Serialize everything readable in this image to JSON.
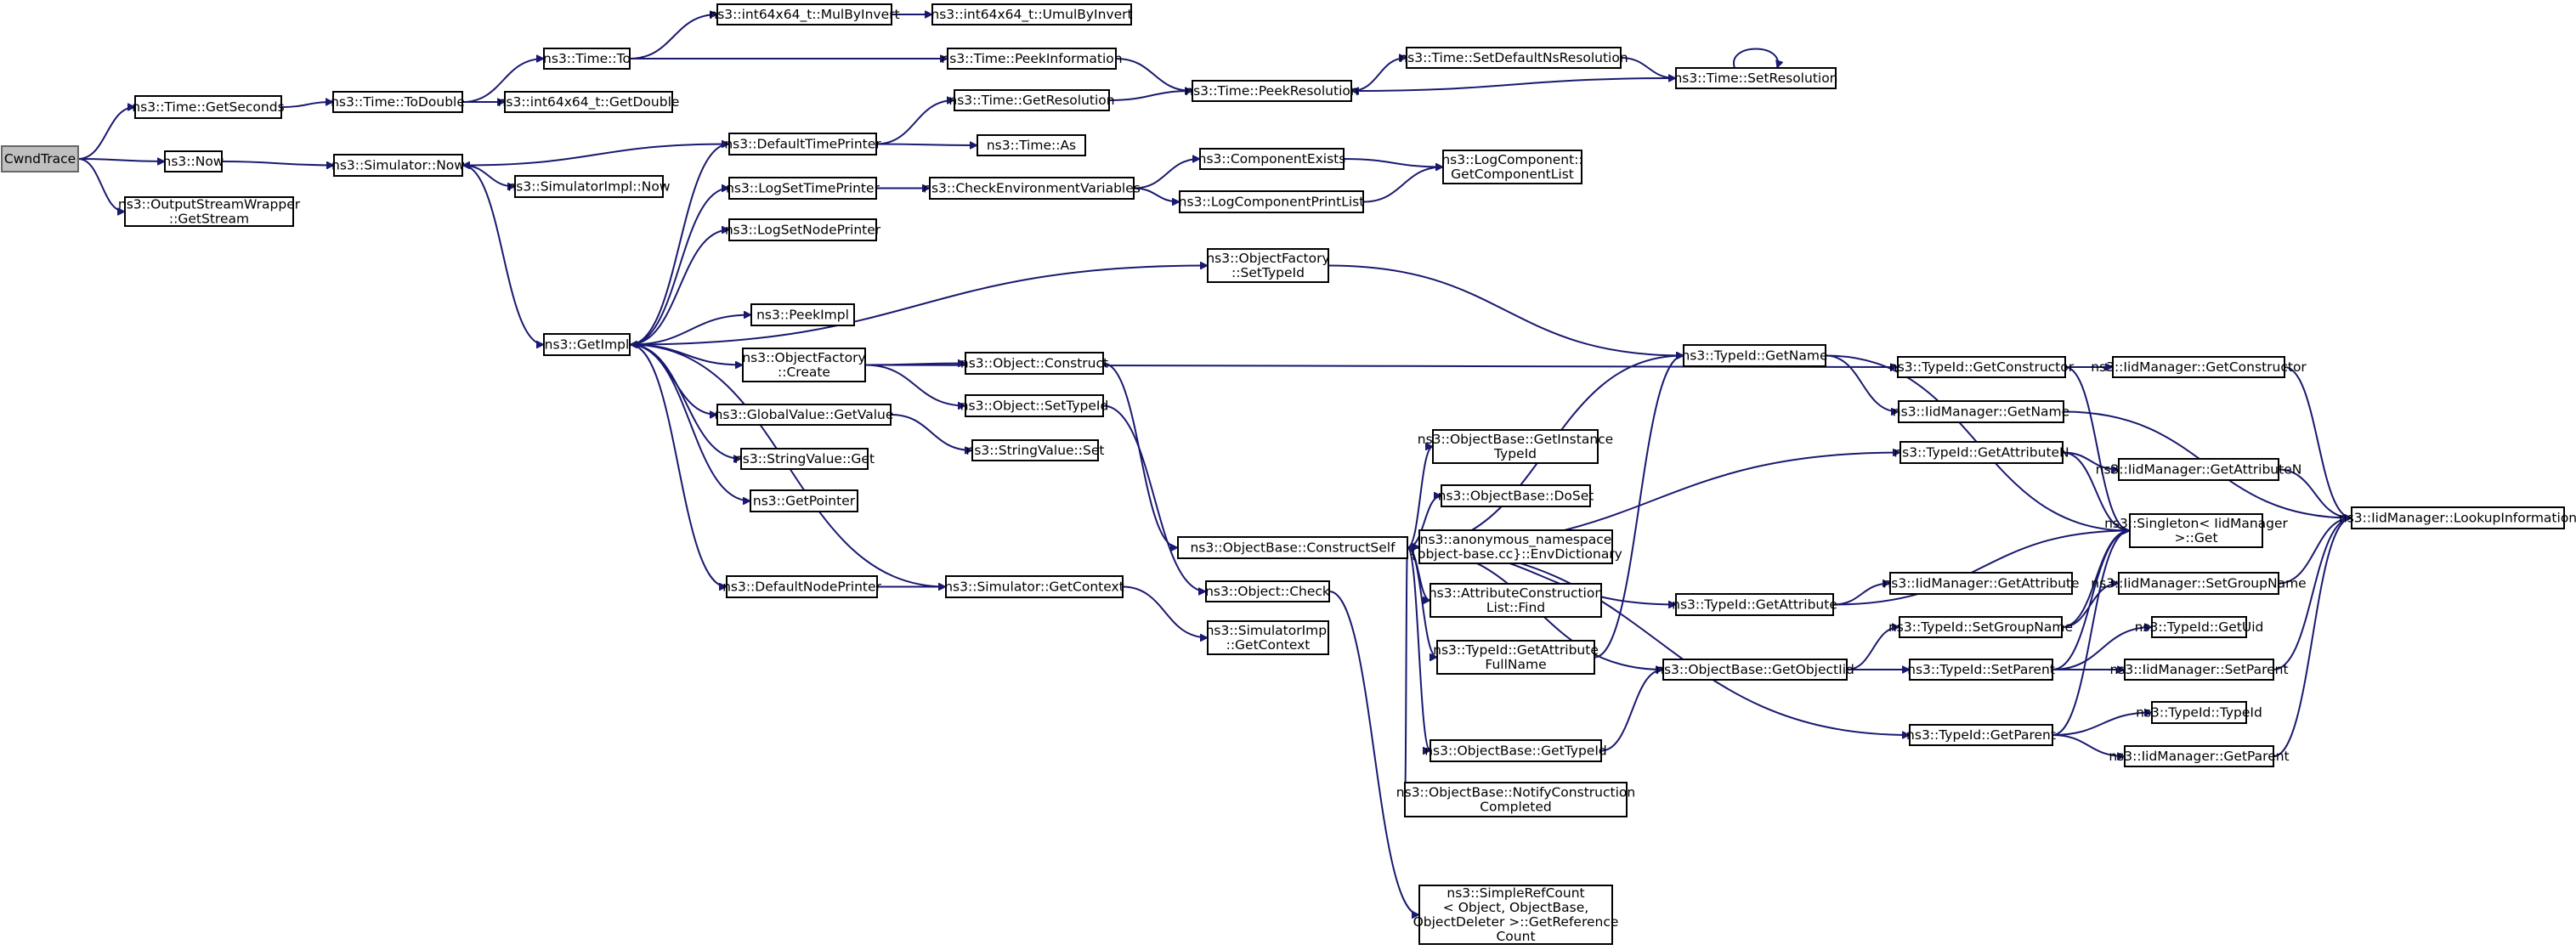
{
  "diagram": {
    "edge_color": "#191970",
    "root_fill": "#bfbfbf",
    "node_fill": "#ffffff",
    "nodes": [
      {
        "id": "cwnd",
        "lines": [
          "CwndTrace"
        ],
        "root": true
      },
      {
        "id": "getseconds",
        "lines": [
          "ns3::Time::GetSeconds"
        ]
      },
      {
        "id": "now",
        "lines": [
          "ns3::Now"
        ]
      },
      {
        "id": "osw",
        "lines": [
          "ns3::OutputStreamWrapper",
          "::GetStream"
        ]
      },
      {
        "id": "todouble",
        "lines": [
          "ns3::Time::ToDouble"
        ]
      },
      {
        "id": "simnow",
        "lines": [
          "ns3::Simulator::Now"
        ]
      },
      {
        "id": "timeto",
        "lines": [
          "ns3::Time::To"
        ]
      },
      {
        "id": "getdouble",
        "lines": [
          "ns3::int64x64_t::GetDouble"
        ]
      },
      {
        "id": "mulbyinvert",
        "lines": [
          "ns3::int64x64_t::MulByInvert"
        ]
      },
      {
        "id": "umulbyinvert",
        "lines": [
          "ns3::int64x64_t::UmulByInvert"
        ]
      },
      {
        "id": "peekinfo",
        "lines": [
          "ns3::Time::PeekInformation"
        ]
      },
      {
        "id": "peekres",
        "lines": [
          "ns3::Time::PeekResolution"
        ]
      },
      {
        "id": "setdefres",
        "lines": [
          "ns3::Time::SetDefaultNsResolution"
        ]
      },
      {
        "id": "setres",
        "lines": [
          "ns3::Time::SetResolution"
        ]
      },
      {
        "id": "simimplnow",
        "lines": [
          "ns3::SimulatorImpl::Now"
        ]
      },
      {
        "id": "getimpl",
        "lines": [
          "ns3::GetImpl"
        ]
      },
      {
        "id": "deftimeprinter",
        "lines": [
          "ns3::DefaultTimePrinter"
        ]
      },
      {
        "id": "getresolution",
        "lines": [
          "ns3::Time::GetResolution"
        ]
      },
      {
        "id": "timeas",
        "lines": [
          "ns3::Time::As"
        ]
      },
      {
        "id": "logsettime",
        "lines": [
          "ns3::LogSetTimePrinter"
        ]
      },
      {
        "id": "checkenv",
        "lines": [
          "ns3::CheckEnvironmentVariables"
        ]
      },
      {
        "id": "compexists",
        "lines": [
          "ns3::ComponentExists"
        ]
      },
      {
        "id": "logcompprint",
        "lines": [
          "ns3::LogComponentPrintList"
        ]
      },
      {
        "id": "getcomplist",
        "lines": [
          "ns3::LogComponent::",
          "GetComponentList"
        ]
      },
      {
        "id": "logsetnode",
        "lines": [
          "ns3::LogSetNodePrinter"
        ]
      },
      {
        "id": "ofsettypeid",
        "lines": [
          "ns3::ObjectFactory",
          "::SetTypeId"
        ]
      },
      {
        "id": "peekimpl",
        "lines": [
          "ns3::PeekImpl"
        ]
      },
      {
        "id": "ofcreate",
        "lines": [
          "ns3::ObjectFactory",
          "::Create"
        ]
      },
      {
        "id": "objconstruct",
        "lines": [
          "ns3::Object::Construct"
        ]
      },
      {
        "id": "objsettypeid",
        "lines": [
          "ns3::Object::SetTypeId"
        ]
      },
      {
        "id": "gvgetvalue",
        "lines": [
          "ns3::GlobalValue::GetValue"
        ]
      },
      {
        "id": "svset",
        "lines": [
          "ns3::StringValue::Set"
        ]
      },
      {
        "id": "svget",
        "lines": [
          "ns3::StringValue::Get"
        ]
      },
      {
        "id": "getpointer",
        "lines": [
          "ns3::GetPointer"
        ]
      },
      {
        "id": "defnodeprinter",
        "lines": [
          "ns3::DefaultNodePrinter"
        ]
      },
      {
        "id": "simgetcontext",
        "lines": [
          "ns3::Simulator::GetContext"
        ]
      },
      {
        "id": "simimplgetcontext",
        "lines": [
          "ns3::SimulatorImpl",
          "::GetContext"
        ]
      },
      {
        "id": "objcheck",
        "lines": [
          "ns3::Object::Check"
        ]
      },
      {
        "id": "constructself",
        "lines": [
          "ns3::ObjectBase::ConstructSelf"
        ]
      },
      {
        "id": "getinstancetypeid",
        "lines": [
          "ns3::ObjectBase::GetInstance",
          "TypeId"
        ]
      },
      {
        "id": "doset",
        "lines": [
          "ns3::ObjectBase::DoSet"
        ]
      },
      {
        "id": "envdict",
        "lines": [
          "ns3::anonymous_namespace",
          "{object-base.cc}::EnvDictionary"
        ]
      },
      {
        "id": "attrconstfind",
        "lines": [
          "ns3::AttributeConstruction",
          "List::Find"
        ]
      },
      {
        "id": "getattrfullname",
        "lines": [
          "ns3::TypeId::GetAttribute",
          "FullName"
        ]
      },
      {
        "id": "obgettypeid",
        "lines": [
          "ns3::ObjectBase::GetTypeId"
        ]
      },
      {
        "id": "notifyconst",
        "lines": [
          "ns3::ObjectBase::NotifyConstruction",
          "Completed"
        ]
      },
      {
        "id": "simplerefcount",
        "lines": [
          "ns3::SimpleRefCount",
          "< Object, ObjectBase,",
          "ObjectDeleter >::GetReference",
          "Count"
        ]
      },
      {
        "id": "tidgetname",
        "lines": [
          "ns3::TypeId::GetName"
        ]
      },
      {
        "id": "tidgetattr",
        "lines": [
          "ns3::TypeId::GetAttribute"
        ]
      },
      {
        "id": "getobjectiid",
        "lines": [
          "ns3::ObjectBase::GetObjectIid"
        ]
      },
      {
        "id": "tidgetconstructor",
        "lines": [
          "ns3::TypeId::GetConstructor"
        ]
      },
      {
        "id": "iidgetname",
        "lines": [
          "ns3::IidManager::GetName"
        ]
      },
      {
        "id": "tidgetattrn",
        "lines": [
          "ns3::TypeId::GetAttributeN"
        ]
      },
      {
        "id": "iidgetattribute",
        "lines": [
          "ns3::IidManager::GetAttribute"
        ]
      },
      {
        "id": "tidsetgroupname",
        "lines": [
          "ns3::TypeId::SetGroupName"
        ]
      },
      {
        "id": "tidsetparent",
        "lines": [
          "ns3::TypeId::SetParent"
        ]
      },
      {
        "id": "tidgetparent",
        "lines": [
          "ns3::TypeId::GetParent"
        ]
      },
      {
        "id": "iidgetconstructor",
        "lines": [
          "ns3::IidManager::GetConstructor"
        ]
      },
      {
        "id": "iidgetattributen",
        "lines": [
          "ns3::IidManager::GetAttributeN"
        ]
      },
      {
        "id": "singletonget",
        "lines": [
          "ns3::Singleton< IidManager",
          ">::Get"
        ]
      },
      {
        "id": "iidsetgroupname",
        "lines": [
          "ns3::IidManager::SetGroupName"
        ]
      },
      {
        "id": "tidgetuid",
        "lines": [
          "ns3::TypeId::GetUid"
        ]
      },
      {
        "id": "iidsetparent",
        "lines": [
          "ns3::IidManager::SetParent"
        ]
      },
      {
        "id": "tidtypeid",
        "lines": [
          "ns3::TypeId::TypeId"
        ]
      },
      {
        "id": "iidgetparent",
        "lines": [
          "ns3::IidManager::GetParent"
        ]
      },
      {
        "id": "iidlookup",
        "lines": [
          "ns3::IidManager::LookupInformation"
        ]
      }
    ],
    "edges": [
      [
        "cwnd",
        "getseconds"
      ],
      [
        "cwnd",
        "now"
      ],
      [
        "cwnd",
        "osw"
      ],
      [
        "getseconds",
        "todouble"
      ],
      [
        "now",
        "simnow"
      ],
      [
        "todouble",
        "timeto"
      ],
      [
        "todouble",
        "getdouble"
      ],
      [
        "timeto",
        "mulbyinvert"
      ],
      [
        "timeto",
        "peekinfo"
      ],
      [
        "mulbyinvert",
        "umulbyinvert"
      ],
      [
        "peekinfo",
        "peekres"
      ],
      [
        "peekres",
        "setdefres"
      ],
      [
        "setdefres",
        "setres"
      ],
      [
        "setres",
        "setres"
      ],
      [
        "setres",
        "peekres"
      ],
      [
        "simnow",
        "simimplnow"
      ],
      [
        "simnow",
        "getimpl"
      ],
      [
        "deftimeprinter",
        "simnow"
      ],
      [
        "deftimeprinter",
        "getresolution"
      ],
      [
        "deftimeprinter",
        "timeas"
      ],
      [
        "getresolution",
        "peekres"
      ],
      [
        "getimpl",
        "deftimeprinter"
      ],
      [
        "getimpl",
        "logsettime"
      ],
      [
        "getimpl",
        "logsetnode"
      ],
      [
        "getimpl",
        "ofsettypeid"
      ],
      [
        "getimpl",
        "peekimpl"
      ],
      [
        "getimpl",
        "ofcreate"
      ],
      [
        "getimpl",
        "gvgetvalue"
      ],
      [
        "getimpl",
        "svget"
      ],
      [
        "getimpl",
        "getpointer"
      ],
      [
        "getimpl",
        "defnodeprinter"
      ],
      [
        "logsettime",
        "checkenv"
      ],
      [
        "checkenv",
        "compexists"
      ],
      [
        "checkenv",
        "logcompprint"
      ],
      [
        "compexists",
        "getcomplist"
      ],
      [
        "logcompprint",
        "getcomplist"
      ],
      [
        "ofsettypeid",
        "tidgetname"
      ],
      [
        "ofcreate",
        "objconstruct"
      ],
      [
        "ofcreate",
        "objsettypeid"
      ],
      [
        "ofcreate",
        "tidgetconstructor"
      ],
      [
        "gvgetvalue",
        "svset"
      ],
      [
        "defnodeprinter",
        "simgetcontext"
      ],
      [
        "simgetcontext",
        "getimpl"
      ],
      [
        "simgetcontext",
        "simimplgetcontext"
      ],
      [
        "objconstruct",
        "constructself"
      ],
      [
        "objsettypeid",
        "objcheck"
      ],
      [
        "objcheck",
        "simplerefcount"
      ],
      [
        "constructself",
        "tidgetname"
      ],
      [
        "constructself",
        "getinstancetypeid"
      ],
      [
        "constructself",
        "doset"
      ],
      [
        "constructself",
        "envdict"
      ],
      [
        "constructself",
        "attrconstfind"
      ],
      [
        "constructself",
        "getattrfullname"
      ],
      [
        "constructself",
        "obgettypeid"
      ],
      [
        "constructself",
        "notifyconst"
      ],
      [
        "constructself",
        "tidgetattr"
      ],
      [
        "constructself",
        "tidgetattrn"
      ],
      [
        "constructself",
        "tidgetparent"
      ],
      [
        "constructself",
        "getobjectiid"
      ],
      [
        "getattrfullname",
        "tidgetname"
      ],
      [
        "obgettypeid",
        "getobjectiid"
      ],
      [
        "tidgetname",
        "iidgetname"
      ],
      [
        "tidgetname",
        "singletonget"
      ],
      [
        "tidgetattr",
        "iidgetattribute"
      ],
      [
        "tidgetattr",
        "singletonget"
      ],
      [
        "getobjectiid",
        "tidsetgroupname"
      ],
      [
        "getobjectiid",
        "tidsetparent"
      ],
      [
        "tidgetconstructor",
        "iidgetconstructor"
      ],
      [
        "tidgetconstructor",
        "singletonget"
      ],
      [
        "iidgetname",
        "iidlookup"
      ],
      [
        "tidgetattrn",
        "iidgetattributen"
      ],
      [
        "tidgetattrn",
        "singletonget"
      ],
      [
        "tidsetgroupname",
        "iidsetgroupname"
      ],
      [
        "tidsetgroupname",
        "singletonget"
      ],
      [
        "tidsetparent",
        "tidgetuid"
      ],
      [
        "tidsetparent",
        "iidsetparent"
      ],
      [
        "tidsetparent",
        "singletonget"
      ],
      [
        "tidgetparent",
        "tidtypeid"
      ],
      [
        "tidgetparent",
        "iidgetparent"
      ],
      [
        "tidgetparent",
        "singletonget"
      ],
      [
        "iidgetconstructor",
        "iidlookup"
      ],
      [
        "iidgetattributen",
        "iidlookup"
      ],
      [
        "iidsetgroupname",
        "iidlookup"
      ],
      [
        "iidsetparent",
        "iidlookup"
      ],
      [
        "iidgetparent",
        "iidlookup"
      ]
    ]
  }
}
